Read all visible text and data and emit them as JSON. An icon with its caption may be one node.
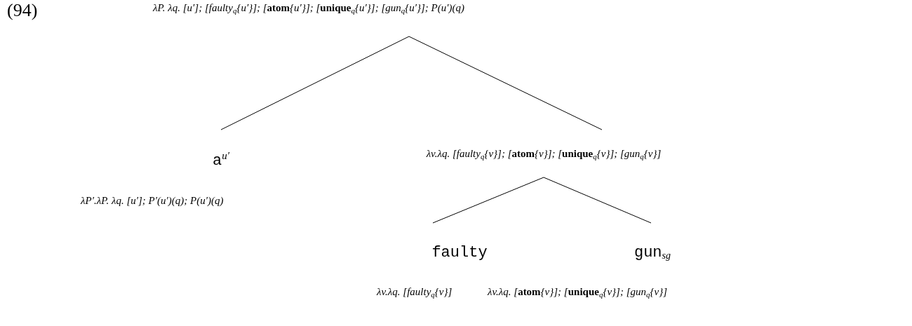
{
  "diagram": {
    "nodes": [
      {
        "text": [
          "λP. λq. [u′]; [faulty$_{q}${u′}]; [**atom**{u′}]; [**unique**$_{q}${u′}]; [gun$_{q}${u′}]; P(u′)(q)"
        ]
      },
      {
        "text": [
          "a$^{u′}$"
        ],
        "beside": [
          "λP′.λP. λq. [u′]; P′(u′)(q); P(u′)(q)"
        ]
      },
      {
        "text": [
          "λv.λq. [faulty$_{q}${v}]; [**atom**{v}]; [**unique**$_{q}${v}]; [gun$_{q}${v}]"
        ]
      },
      {
        "text": [
          "faulty"
        ],
        "beside": [
          "λv.λq. [faulty$_{q}${v}]"
        ]
      },
      {
        "text": [
          "gun$_{sg}$"
        ],
        "beside": [
          "λv.λq. [**atom**{v}]; [**unique**$_{q}${v}]; [gun$_{q}${v}]"
        ]
      }
    ],
    "edges": [
      {
        "from": 0,
        "to": 1,
        "arrow": "none"
      },
      {
        "from": 0,
        "to": 2,
        "arrow": "none"
      },
      {
        "from": 2,
        "to": 3,
        "arrow": "none"
      },
      {
        "from": 2,
        "to": 4,
        "arrow": "none"
      }
    ],
    "labels": [
      "(94)"
    ]
  }
}
